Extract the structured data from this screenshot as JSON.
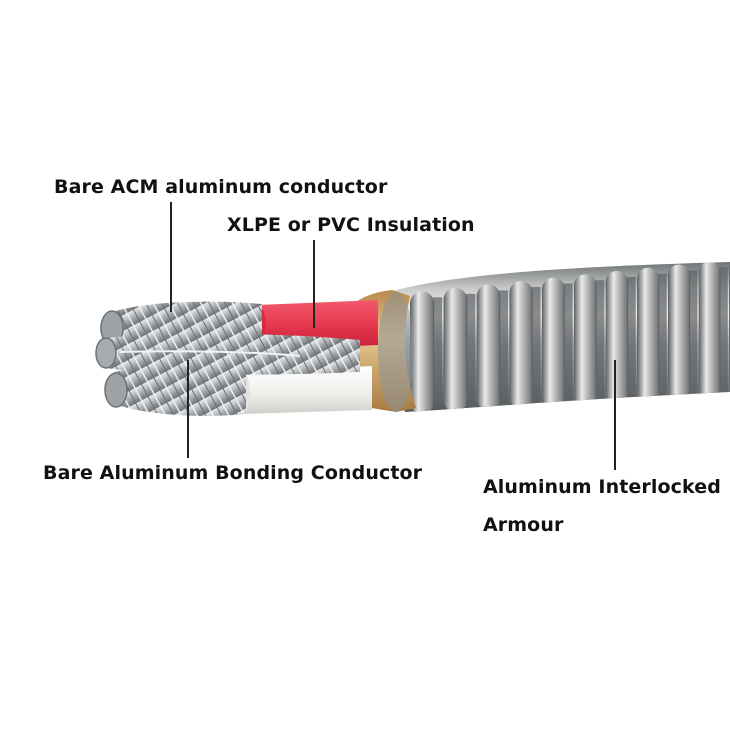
{
  "labels": {
    "acm_conductor": "Bare ACM aluminum conductor",
    "insulation": "XLPE or PVC Insulation",
    "bonding_conductor": "Bare Aluminum Bonding Conductor",
    "armour_line1": "Aluminum Interlocked",
    "armour_line2": "Armour"
  },
  "colors": {
    "background": "#ffffff",
    "text": "#111111",
    "leader_line": "#222222",
    "red_insulation": "#e8384f",
    "white_insulation": "#f4f4f0",
    "paper_wrap": "#cfa56a",
    "armour_metal": "#9a9c9e",
    "aluminum_strand": "#b8bbbe"
  }
}
